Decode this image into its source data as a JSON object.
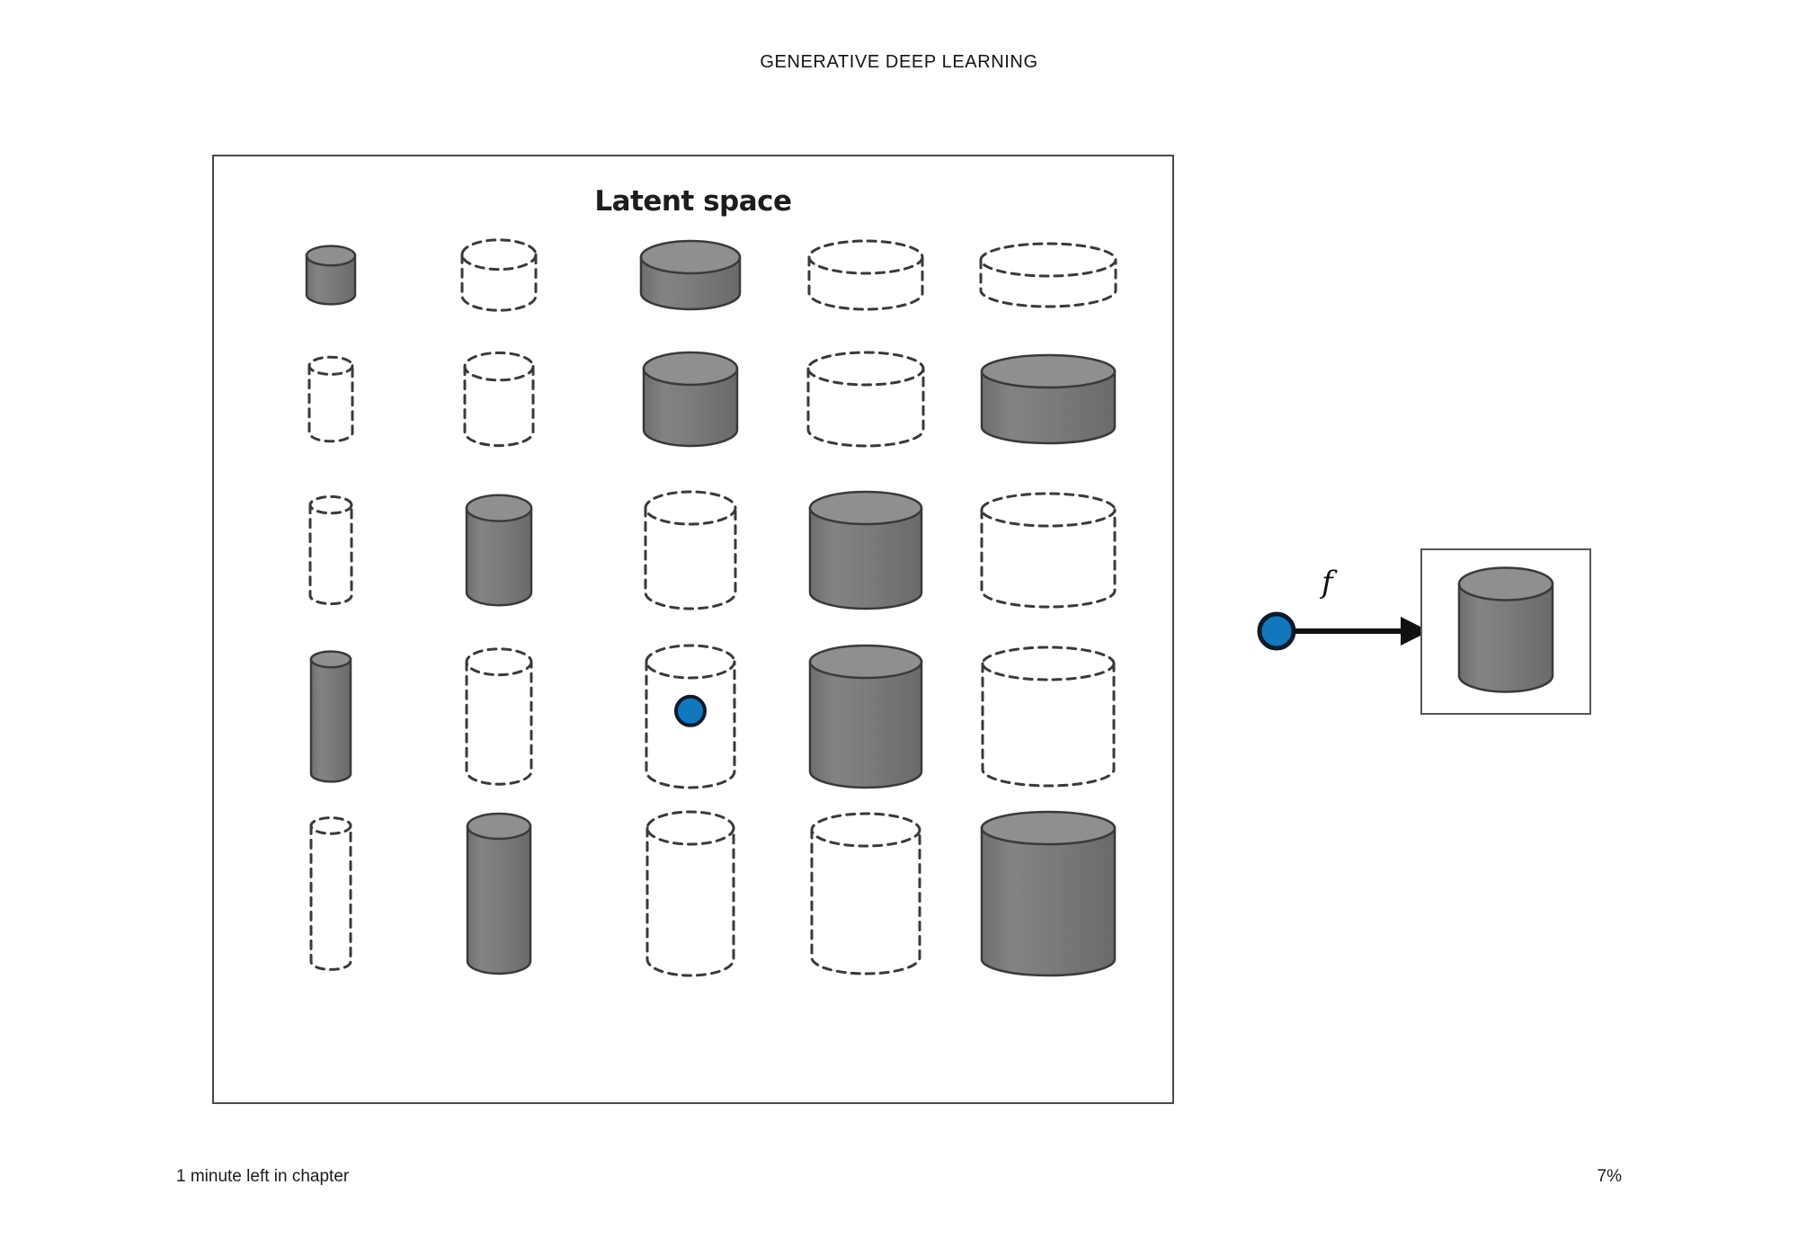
{
  "header": {
    "title": "GENERATIVE DEEP LEARNING"
  },
  "footer": {
    "left_status": "1 minute left in chapter",
    "progress": "7%"
  },
  "figure": {
    "latent_space_title": "Latent space",
    "function_label": "f",
    "colors": {
      "point": "#1278be",
      "point_border": "#0d1b2a",
      "cylinder_body": "#757575",
      "cylinder_top": "#8f8f8f",
      "cylinder_stroke": "#3a3a3a",
      "dashed_stroke": "#3a3a3a",
      "frame_stroke": "#4a4a4a",
      "arrow": "#111111"
    },
    "grid": {
      "rows": 5,
      "cols": 5,
      "col_centers": [
        130,
        317,
        530,
        725,
        928
      ],
      "row_centers": [
        132,
        270,
        438,
        623,
        820
      ],
      "cells": [
        {
          "row": 0,
          "col": 0,
          "style": "solid",
          "width": 54,
          "height": 54,
          "point": false
        },
        {
          "row": 0,
          "col": 1,
          "style": "dashed",
          "width": 82,
          "height": 62,
          "point": false
        },
        {
          "row": 0,
          "col": 2,
          "style": "solid",
          "width": 110,
          "height": 58,
          "point": false
        },
        {
          "row": 0,
          "col": 3,
          "style": "dashed",
          "width": 126,
          "height": 58,
          "point": false
        },
        {
          "row": 0,
          "col": 4,
          "style": "dashed",
          "width": 150,
          "height": 52,
          "point": false
        },
        {
          "row": 1,
          "col": 0,
          "style": "dashed",
          "width": 48,
          "height": 84,
          "point": false
        },
        {
          "row": 1,
          "col": 1,
          "style": "dashed",
          "width": 76,
          "height": 88,
          "point": false
        },
        {
          "row": 1,
          "col": 2,
          "style": "solid",
          "width": 104,
          "height": 86,
          "point": false
        },
        {
          "row": 1,
          "col": 3,
          "style": "dashed",
          "width": 128,
          "height": 86,
          "point": false
        },
        {
          "row": 1,
          "col": 4,
          "style": "solid",
          "width": 148,
          "height": 80,
          "point": false
        },
        {
          "row": 2,
          "col": 0,
          "style": "dashed",
          "width": 46,
          "height": 110,
          "point": false
        },
        {
          "row": 2,
          "col": 1,
          "style": "solid",
          "width": 72,
          "height": 108,
          "point": false
        },
        {
          "row": 2,
          "col": 2,
          "style": "dashed",
          "width": 100,
          "height": 112,
          "point": false
        },
        {
          "row": 2,
          "col": 3,
          "style": "solid",
          "width": 124,
          "height": 112,
          "point": false
        },
        {
          "row": 2,
          "col": 4,
          "style": "dashed",
          "width": 148,
          "height": 108,
          "point": false
        },
        {
          "row": 3,
          "col": 0,
          "style": "solid",
          "width": 44,
          "height": 136,
          "point": false
        },
        {
          "row": 3,
          "col": 1,
          "style": "dashed",
          "width": 72,
          "height": 136,
          "point": false
        },
        {
          "row": 3,
          "col": 2,
          "style": "dashed",
          "width": 98,
          "height": 140,
          "point": true
        },
        {
          "row": 3,
          "col": 3,
          "style": "solid",
          "width": 124,
          "height": 140,
          "point": false
        },
        {
          "row": 3,
          "col": 4,
          "style": "dashed",
          "width": 146,
          "height": 136,
          "point": false
        },
        {
          "row": 4,
          "col": 0,
          "style": "dashed",
          "width": 44,
          "height": 160,
          "point": false
        },
        {
          "row": 4,
          "col": 1,
          "style": "solid",
          "width": 70,
          "height": 164,
          "point": false
        },
        {
          "row": 4,
          "col": 2,
          "style": "dashed",
          "width": 96,
          "height": 164,
          "point": false
        },
        {
          "row": 4,
          "col": 3,
          "style": "dashed",
          "width": 120,
          "height": 160,
          "point": false
        },
        {
          "row": 4,
          "col": 4,
          "style": "solid",
          "width": 148,
          "height": 164,
          "point": false
        }
      ]
    },
    "decoded": {
      "cylinder": {
        "style": "solid",
        "width": 104,
        "height": 120
      }
    }
  }
}
